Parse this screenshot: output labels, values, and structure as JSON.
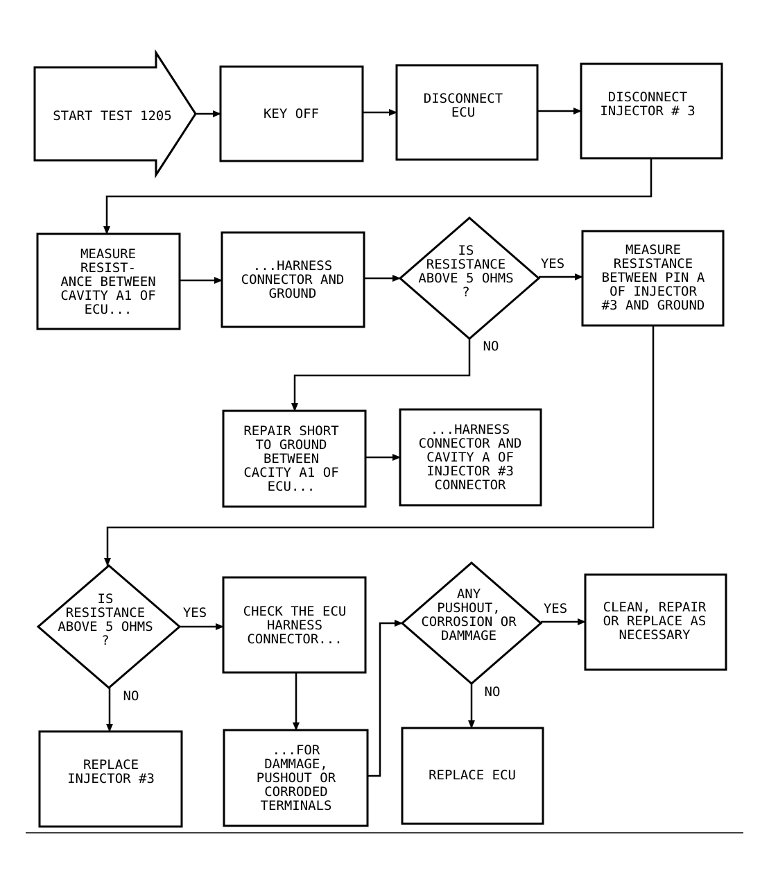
{
  "flowchart": {
    "start": {
      "lines": [
        "START TEST 1205"
      ]
    },
    "key_off": {
      "lines": [
        "KEY OFF"
      ]
    },
    "disconnect_ecu": {
      "lines": [
        "DISCONNECT",
        "ECU"
      ]
    },
    "disconnect_injector": {
      "lines": [
        "DISCONNECT",
        "INJECTOR # 3"
      ]
    },
    "measure_resist_ecu": {
      "lines": [
        "MEASURE",
        "RESIST-",
        "ANCE BETWEEN",
        "CAVITY A1 OF",
        "ECU..."
      ]
    },
    "harness_ground": {
      "lines": [
        "...HARNESS",
        "CONNECTOR AND",
        "GROUND"
      ]
    },
    "decision_resistance_1": {
      "lines": [
        "IS",
        "RESISTANCE",
        "ABOVE 5 OHMS",
        "?"
      ]
    },
    "measure_pin_a": {
      "lines": [
        "MEASURE",
        "RESISTANCE",
        "BETWEEN PIN A",
        "OF INJECTOR",
        "#3 AND GROUND"
      ]
    },
    "repair_short": {
      "lines": [
        "REPAIR SHORT",
        "TO GROUND",
        "BETWEEN",
        "CACITY A1 OF",
        "ECU..."
      ]
    },
    "harness_cavity": {
      "lines": [
        "...HARNESS",
        "CONNECTOR AND",
        "CAVITY A OF",
        "INJECTOR #3",
        "CONNECTOR"
      ]
    },
    "decision_resistance_2": {
      "lines": [
        "IS",
        "RESISTANCE",
        "ABOVE 5 OHMS",
        "?"
      ]
    },
    "check_ecu_harness": {
      "lines": [
        "CHECK THE ECU",
        "HARNESS",
        "CONNECTOR..."
      ]
    },
    "decision_pushout": {
      "lines": [
        "ANY",
        "PUSHOUT,",
        "CORROSION OR",
        "DAMMAGE"
      ]
    },
    "clean_repair": {
      "lines": [
        "CLEAN, REPAIR",
        "OR REPLACE AS",
        "NECESSARY"
      ]
    },
    "replace_injector": {
      "lines": [
        "REPLACE",
        "INJECTOR #3"
      ]
    },
    "for_dammage": {
      "lines": [
        "...FOR",
        "DAMMAGE,",
        "PUSHOUT OR",
        "CORRODED",
        "TERMINALS"
      ]
    },
    "replace_ecu": {
      "lines": [
        "REPLACE ECU"
      ]
    }
  },
  "labels": {
    "d1_yes": "YES",
    "d1_no": "NO",
    "d2_yes": "YES",
    "d2_no": "NO",
    "d3_yes": "YES",
    "d3_no": "NO"
  }
}
